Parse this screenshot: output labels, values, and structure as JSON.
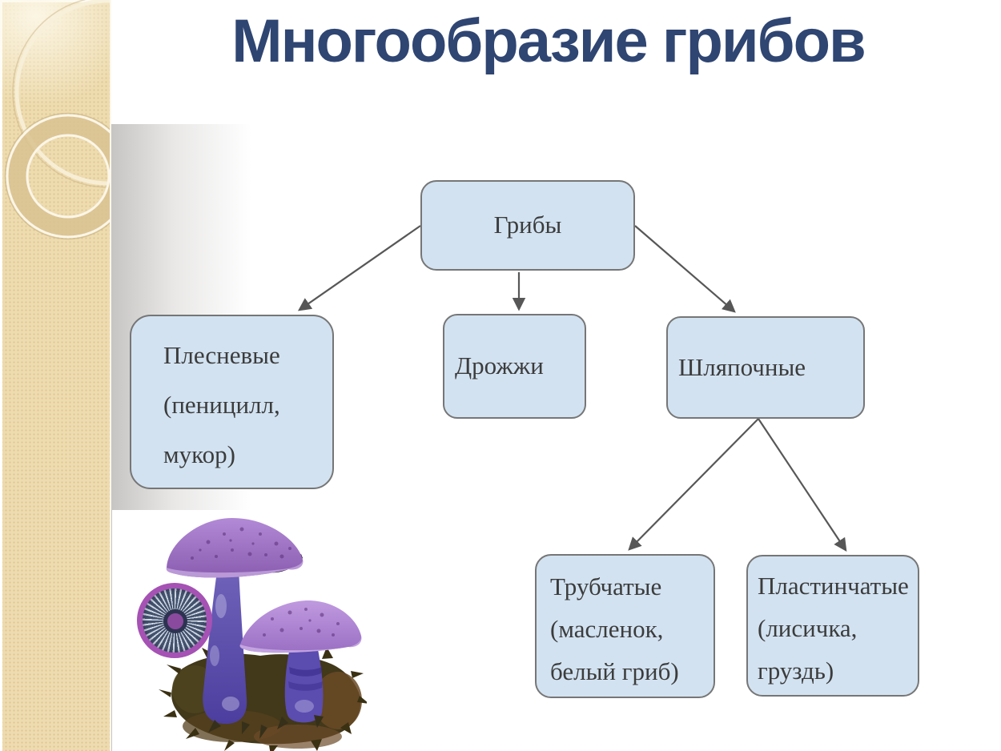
{
  "slide_title": "Многообразие грибов",
  "diagram": {
    "nodes": {
      "root": {
        "label": "Грибы"
      },
      "moldy": {
        "line1": "Плесневые",
        "line2": "(пеницилл,",
        "line3": "мукор)"
      },
      "yeast": {
        "label": "Дрожжи"
      },
      "capfungi": {
        "label": "Шляпочные"
      },
      "tubular": {
        "line1": "Трубчатые",
        "line2": "(масленок,",
        "line3": "белый гриб)"
      },
      "lamellar": {
        "line1": "Пластинчатые",
        "line2": "(лисичка,",
        "line3": "груздь)"
      }
    },
    "edges": [
      {
        "from": "Грибы",
        "to": "Плесневые"
      },
      {
        "from": "Грибы",
        "to": "Дрожжи"
      },
      {
        "from": "Грибы",
        "to": "Шляпочные"
      },
      {
        "from": "Шляпочные",
        "to": "Трубчатые"
      },
      {
        "from": "Шляпочные",
        "to": "Пластинчатые"
      }
    ]
  },
  "colors": {
    "title_text": "#2f4572",
    "node_fill": "#d2e2f1",
    "node_border": "#767676",
    "node_text": "#3c3c3c",
    "connector": "#575757",
    "sidebar_beige": "#eedcb0",
    "mushroom_cap": "#a985cf",
    "mushroom_stem": "#5b55b2"
  },
  "illustration": {
    "name": "purple-mushrooms-watercolor"
  }
}
